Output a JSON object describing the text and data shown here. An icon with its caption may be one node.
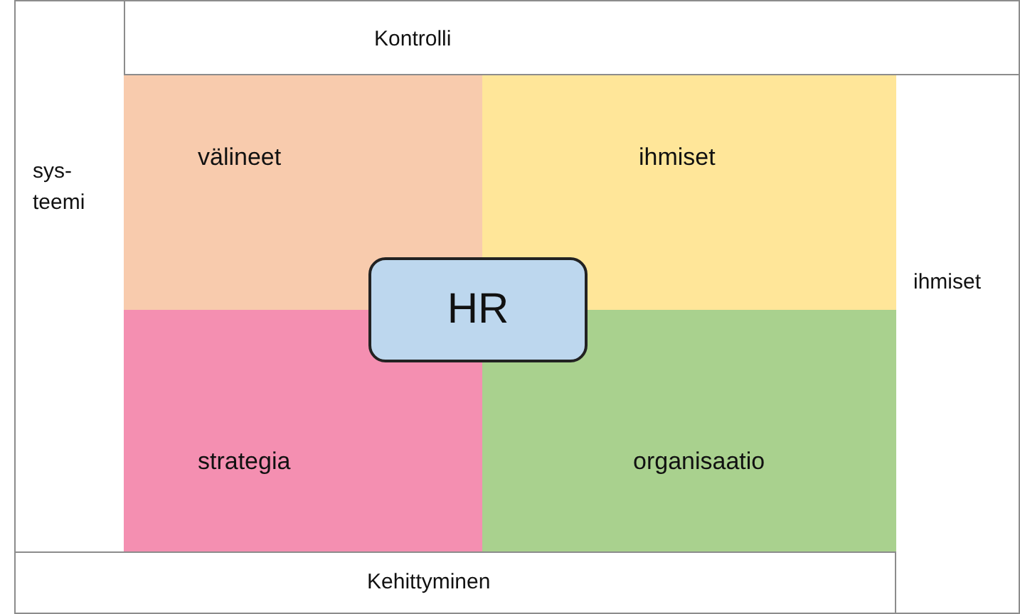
{
  "diagram": {
    "nodes": [
      {
        "text": [
          "Kontrolli"
        ]
      },
      {
        "text": [
          "sys- teemi"
        ]
      },
      {
        "text": [
          "ihmiset"
        ]
      },
      {
        "text": [
          "Kehittyminen"
        ]
      },
      {
        "text": [
          "välineet"
        ]
      },
      {
        "text": [
          "ihmiset"
        ]
      },
      {
        "text": [
          "strategia"
        ]
      },
      {
        "text": [
          "organisaatio"
        ]
      },
      {
        "text": [
          "HR"
        ]
      }
    ]
  }
}
